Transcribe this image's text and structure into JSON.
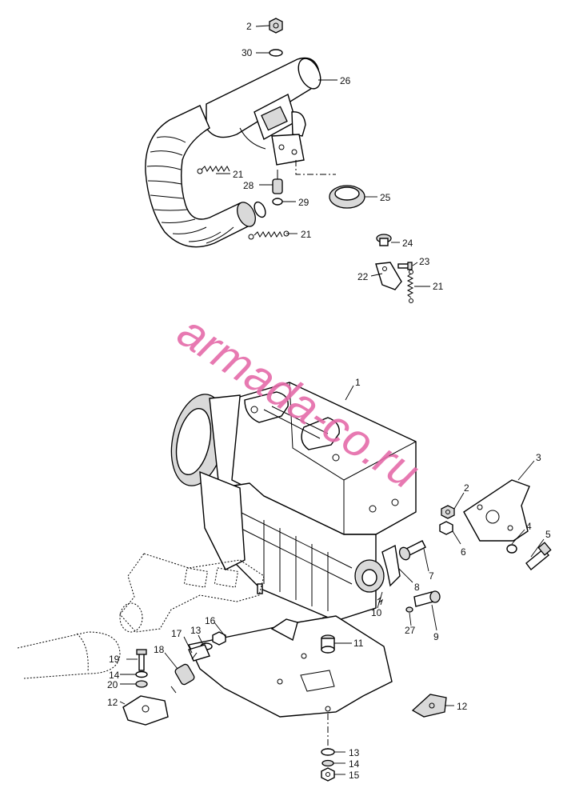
{
  "watermark": "armada-co.ru",
  "callouts": {
    "c1": "1",
    "c2a": "2",
    "c2b": "2",
    "c3": "3",
    "c4": "4",
    "c5": "5",
    "c6": "6",
    "c7": "7",
    "c8": "8",
    "c9": "9",
    "c10": "10",
    "c11": "11",
    "c12a": "12",
    "c12b": "12",
    "c13a": "13",
    "c13b": "13",
    "c14a": "14",
    "c14b": "14",
    "c15": "15",
    "c16": "16",
    "c17": "17",
    "c18": "18",
    "c19": "19",
    "c20": "20",
    "c21a": "21",
    "c21b": "21",
    "c21c": "21",
    "c22": "22",
    "c23": "23",
    "c24": "24",
    "c25": "25",
    "c26": "26",
    "c27": "27",
    "c28": "28",
    "c29": "29",
    "c30": "30"
  }
}
